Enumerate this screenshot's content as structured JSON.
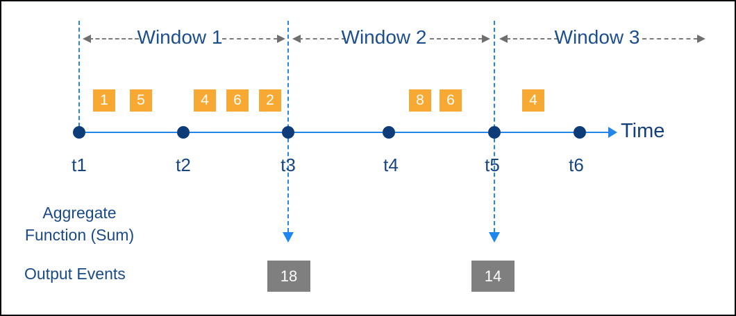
{
  "diagram": {
    "type": "tumbling-window-aggregation",
    "time_axis_label": "Time",
    "aggregate_label_line1": "Aggregate",
    "aggregate_label_line2": "Function (Sum)",
    "output_events_label": "Output Events"
  },
  "windows": [
    {
      "label": "Window 1"
    },
    {
      "label": "Window 2"
    },
    {
      "label": "Window 3"
    }
  ],
  "timeline": {
    "ticks": [
      "t1",
      "t2",
      "t3",
      "t4",
      "t5",
      "t6"
    ]
  },
  "events": [
    {
      "value": "1"
    },
    {
      "value": "5"
    },
    {
      "value": "4"
    },
    {
      "value": "6"
    },
    {
      "value": "2"
    },
    {
      "value": "8"
    },
    {
      "value": "6"
    },
    {
      "value": "4"
    }
  ],
  "outputs": [
    {
      "value": "18"
    },
    {
      "value": "14"
    }
  ],
  "colors": {
    "timeline_blue": "#2385e8",
    "dot_navy": "#0d3c78",
    "text_navy": "#1a4a85",
    "event_orange": "#f8a933",
    "arrow_gray": "#7a7a7a",
    "output_gray": "#7f7f7f"
  }
}
